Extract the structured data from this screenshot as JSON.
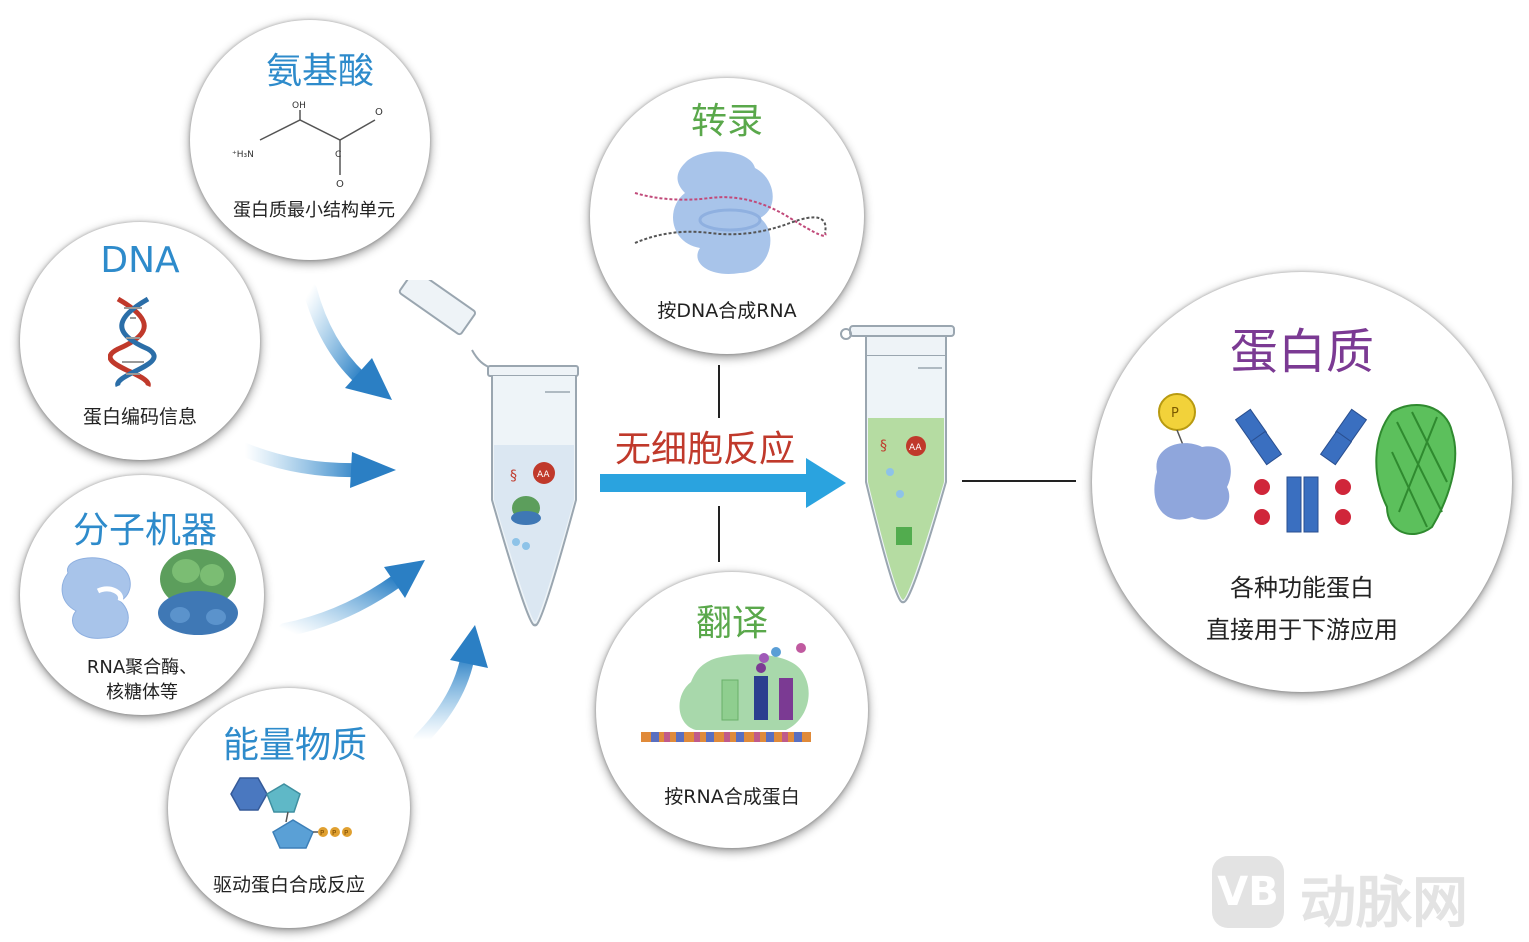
{
  "inputs": {
    "amino_acid": {
      "title": "氨基酸",
      "caption": "蛋白质最小结构单元",
      "formula": {
        "oh": "OH",
        "o_top": "O",
        "c": "C",
        "o_bottom": "O",
        "nh": "⁺H₃N"
      }
    },
    "dna": {
      "title": "DNA",
      "caption": "蛋白编码信息"
    },
    "machines": {
      "title": "分子机器",
      "caption_line1": "RNA聚合酶、",
      "caption_line2": "核糖体等"
    },
    "energy": {
      "title": "能量物质",
      "caption": "驱动蛋白合成反应",
      "phosphate_letter": "P"
    }
  },
  "process": {
    "label": "无细胞反应",
    "tube_badge": "AA",
    "transcription": {
      "title": "转录",
      "caption": "按DNA合成RNA"
    },
    "translation": {
      "title": "翻译",
      "caption": "按RNA合成蛋白"
    }
  },
  "output": {
    "title": "蛋白质",
    "caption_line1": "各种功能蛋白",
    "caption_line2": "直接用于下游应用",
    "ligand_letter": "P"
  },
  "watermark": {
    "text": "动脉网",
    "logo": "VB"
  },
  "colors": {
    "title_blue": "#2e8bcb",
    "title_green": "#5aa84b",
    "title_purple": "#7b3a93",
    "reaction_red": "#c0392b",
    "arrow_blue": "#2aa3df"
  }
}
